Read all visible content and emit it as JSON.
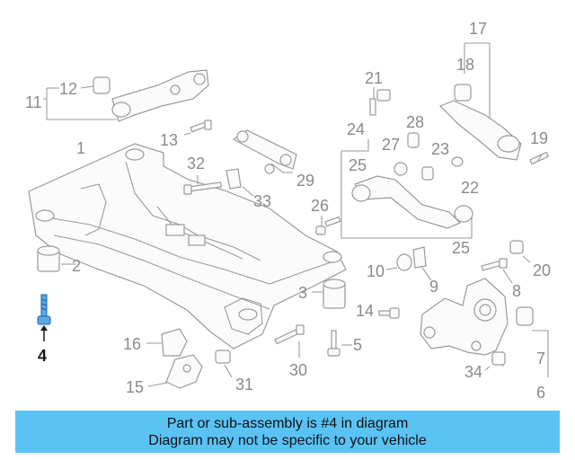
{
  "diagram": {
    "part_numbers": [
      "1",
      "2",
      "3",
      "4",
      "5",
      "6",
      "7",
      "8",
      "9",
      "10",
      "11",
      "12",
      "13",
      "14",
      "15",
      "16",
      "17",
      "18",
      "19",
      "20",
      "21",
      "22",
      "23",
      "24",
      "25",
      "25",
      "26",
      "27",
      "28",
      "29",
      "30",
      "31",
      "32",
      "33",
      "34"
    ],
    "highlighted_part": "4"
  },
  "caption": {
    "line1": "Part or sub-assembly is #4 in diagram",
    "line2": "Diagram may not be specific to your vehicle"
  },
  "colors": {
    "caption_bg": "#5bc2f4",
    "highlight_part": "#5aa9e6",
    "line_art": "#9a9a9a"
  }
}
